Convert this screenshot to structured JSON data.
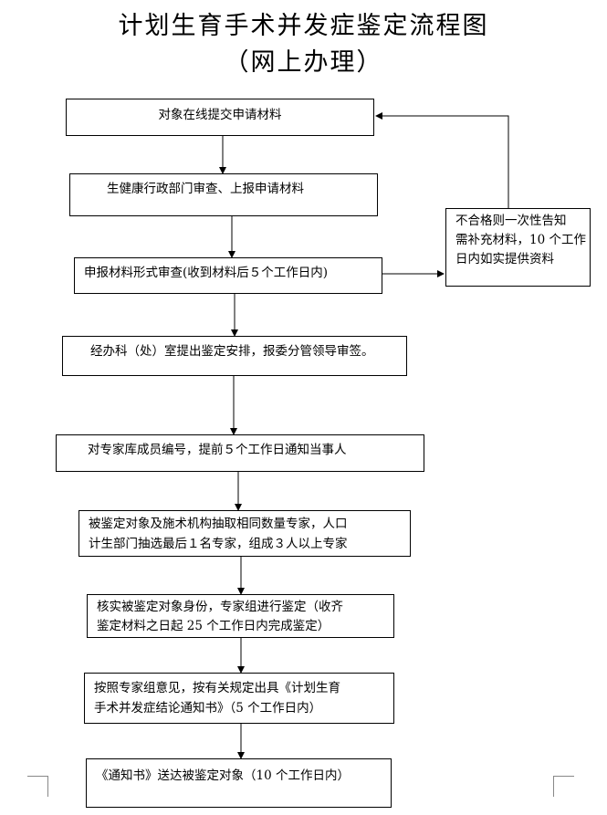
{
  "title": {
    "line1": "计划生育手术并发症鉴定流程图",
    "line2": "（网上办理）"
  },
  "steps": [
    {
      "lines": [
        "对象在线提交申请材料"
      ]
    },
    {
      "lines": [
        "生健康行政部门审查、上报申请材料"
      ]
    },
    {
      "lines": [
        "申报材料形式审查(收到材料后５个工作日内)"
      ]
    },
    {
      "lines": [
        "经办科（处）室提出鉴定安排，报委分管领导审签。"
      ]
    },
    {
      "lines": [
        "对专家库成员编号，提前５个工作日通知当事人"
      ]
    },
    {
      "lines": [
        "被鉴定对象及施术机构抽取相同数量专家，人口",
        "计生部门抽选最后１名专家，组成３人以上专家"
      ]
    },
    {
      "lines": [
        "核实被鉴定对象身份，专家组进行鉴定（收齐",
        "鉴定材料之日起 25 个工作日内完成鉴定）"
      ]
    },
    {
      "lines": [
        "按照专家组意见，按有关规定出具《计划生育",
        "手术并发症结论通知书》（5 个工作日内）"
      ]
    },
    {
      "lines": [
        "《通知书》送达被鉴定对象（10 个工作日内）"
      ]
    }
  ],
  "side_note": {
    "lines": [
      "不合格则一次性告知",
      "需补充材料，10 个工作",
      "日内如实提供资料"
    ]
  }
}
